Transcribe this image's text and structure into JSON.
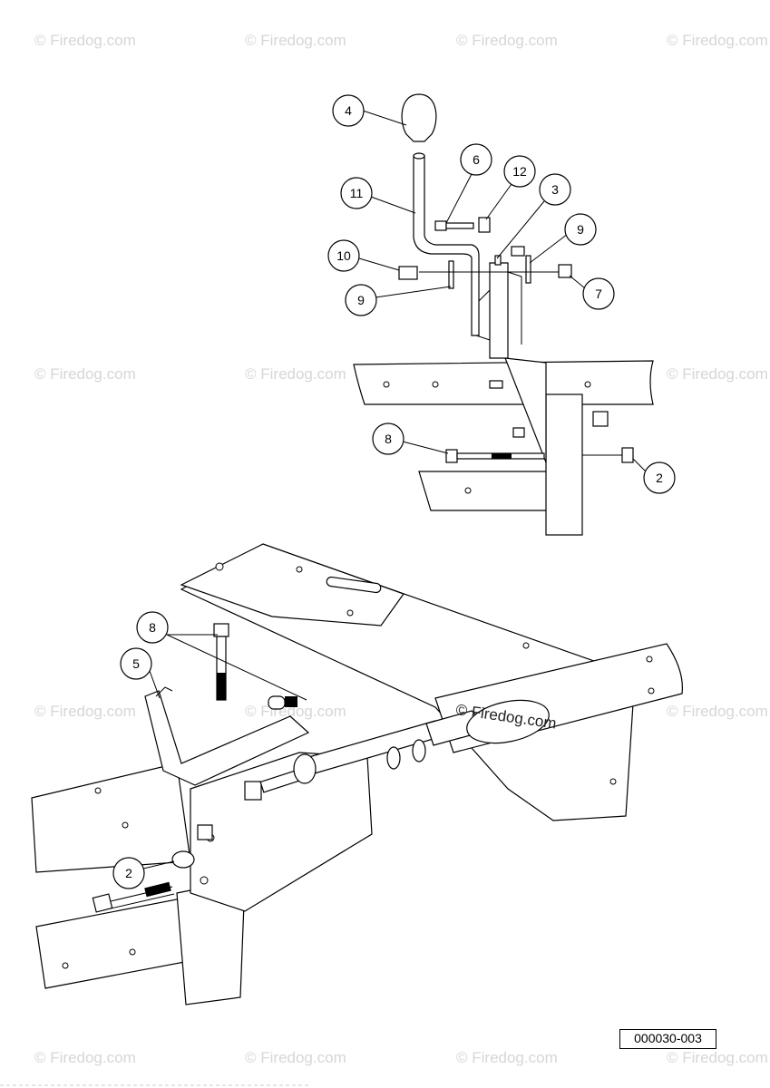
{
  "watermark": {
    "text": "© Firedog.com",
    "overlay_text": "© Firedog.com"
  },
  "figure_id": "000030-003",
  "callouts": [
    {
      "label": "4"
    },
    {
      "label": "6"
    },
    {
      "label": "12"
    },
    {
      "label": "3"
    },
    {
      "label": "11"
    },
    {
      "label": "9"
    },
    {
      "label": "10"
    },
    {
      "label": "7"
    },
    {
      "label": "9"
    },
    {
      "label": "8"
    },
    {
      "label": "2"
    },
    {
      "label": "8"
    },
    {
      "label": "5"
    },
    {
      "label": "2"
    }
  ]
}
